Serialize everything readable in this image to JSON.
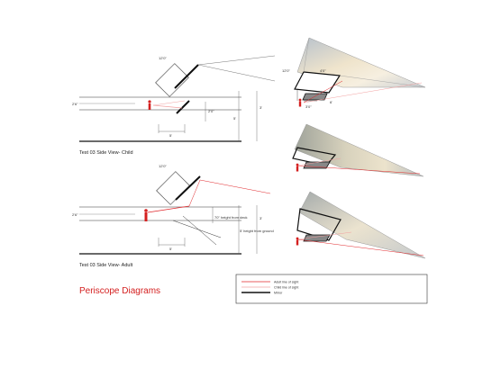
{
  "title": "Periscope Diagrams",
  "colors": {
    "adult": "#e0262a",
    "child": "#f2a0a0",
    "mirror": "#111111",
    "accent": "#d42020"
  },
  "child_view": {
    "caption": "Test 03 Side View- Child",
    "dims": {
      "mirror_top": "12'0\"",
      "left": "2'6\"",
      "mirror_gap": "2'0\"",
      "right_a": "3'",
      "right_b": "5'",
      "bottom": "5'"
    }
  },
  "adult_view": {
    "caption": "Test 03 Side View- Adult",
    "dims": {
      "mirror_top": "12'0\"",
      "left": "2'6\"",
      "height_deck": "70\" height from deck",
      "right_a": "3'",
      "height_ground": "5' height from ground",
      "bottom": "5'"
    }
  },
  "perspective_top": {
    "dims": {
      "a": "12'0\"",
      "b": "4'0\"",
      "c": "3'0\"",
      "d": "6'"
    }
  },
  "legend": {
    "items": [
      {
        "label": "Adult line of sight",
        "color": "#e0262a"
      },
      {
        "label": "Child line of sight",
        "color": "#f2a0a0"
      },
      {
        "label": "Mirror",
        "color": "#111111"
      }
    ]
  }
}
